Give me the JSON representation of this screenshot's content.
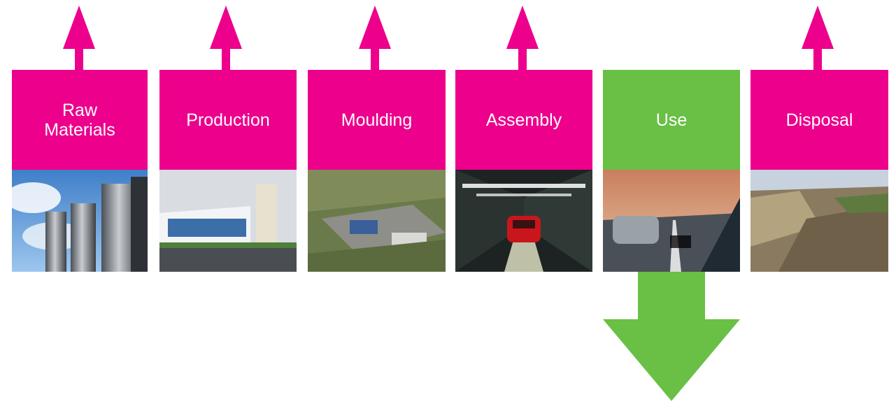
{
  "colors": {
    "stage_magenta": "#ec008c",
    "use_green": "#6abf45"
  },
  "stages": [
    {
      "label_lines": [
        "Raw",
        "Materials"
      ],
      "color": "#ec008c",
      "image": "silo-tanks-photo"
    },
    {
      "label_lines": [
        "Production"
      ],
      "color": "#ec008c",
      "image": "factory-building-photo"
    },
    {
      "label_lines": [
        "Moulding"
      ],
      "color": "#ec008c",
      "image": "aerial-industrial-site-photo"
    },
    {
      "label_lines": [
        "Assembly"
      ],
      "color": "#ec008c",
      "image": "car-assembly-line-photo"
    },
    {
      "label_lines": [
        "Use"
      ],
      "color": "#6abf45",
      "image": "cars-on-road-photo"
    },
    {
      "label_lines": [
        "Disposal"
      ],
      "color": "#ec008c",
      "image": "landfill-quarry-photo"
    }
  ]
}
